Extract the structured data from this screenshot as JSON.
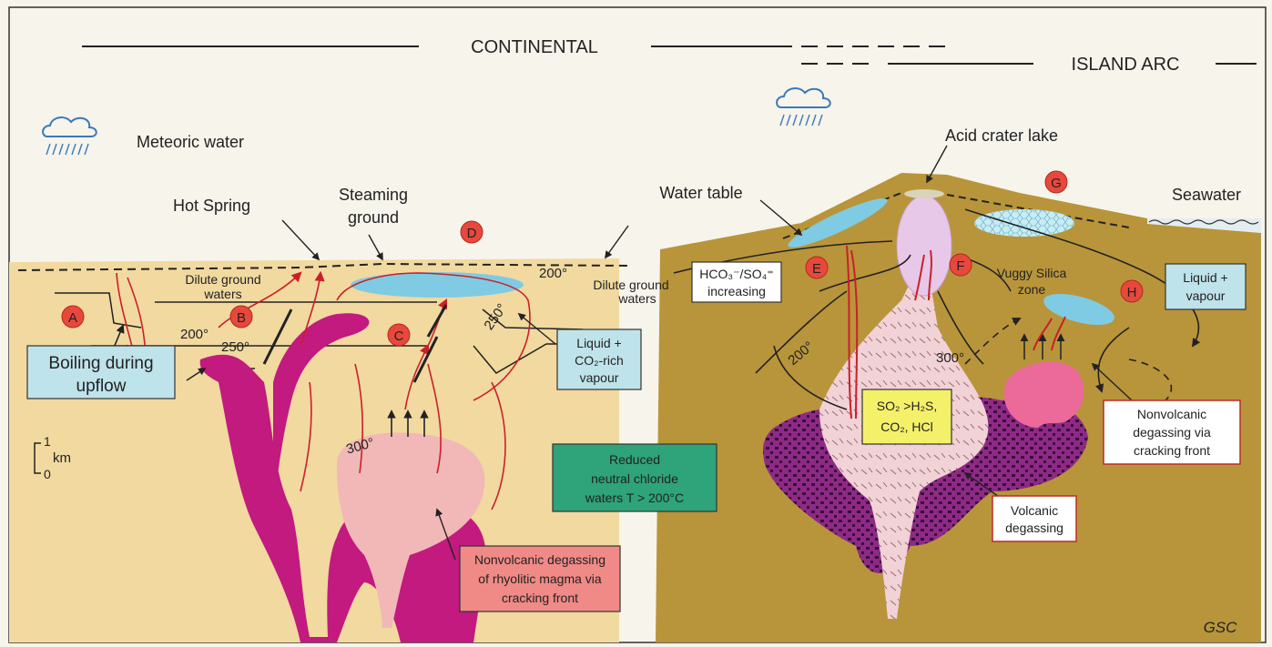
{
  "header": {
    "continental": "CONTINENTAL",
    "island_arc": "ISLAND ARC"
  },
  "labels": {
    "meteoric_water": "Meteoric water",
    "hot_spring": "Hot Spring",
    "steaming_ground_1": "Steaming",
    "steaming_ground_2": "ground",
    "water_table": "Water table",
    "acid_crater_lake": "Acid crater lake",
    "seawater": "Seawater",
    "dilute_gw_left_1": "Dilute ground",
    "dilute_gw_left_2": "waters",
    "dilute_gw_right_1": "Dilute ground",
    "dilute_gw_right_2": "waters",
    "vuggy_silica_1": "Vuggy Silica",
    "vuggy_silica_2": "zone",
    "scale_top": "1",
    "scale_unit": "km",
    "scale_bottom": "0",
    "credit": "GSC"
  },
  "temperatures": {
    "t200_left": "200°",
    "t250_left": "250°",
    "t200_mid": "200°",
    "t250_mid": "250°",
    "t300_left": "300°",
    "t200_right": "200°",
    "t300_right": "300°"
  },
  "markers": [
    "A",
    "B",
    "C",
    "D",
    "E",
    "F",
    "G",
    "H"
  ],
  "boxes": {
    "boiling_1": "Boiling during",
    "boiling_2": "upflow",
    "liquid_co2_1": "Liquid +",
    "liquid_co2_2": "CO₂-rich",
    "liquid_co2_3": "vapour",
    "reduced_1": "Reduced",
    "reduced_2": "neutral chloride",
    "reduced_3": "waters  T > 200°C",
    "nonvolcanic_rhyo_1": "Nonvolcanic degassing",
    "nonvolcanic_rhyo_2": "of rhyolitic magma via",
    "nonvolcanic_rhyo_3": "cracking front",
    "hco3_1": "HCO₃⁻/SO₄⁼",
    "hco3_2": "increasing",
    "liquid_vapour_1": "Liquid +",
    "liquid_vapour_2": "vapour",
    "so2_1": "SO₂ >H₂S,",
    "so2_2": "CO₂, HCl",
    "nonvolcanic_crack_1": "Nonvolcanic",
    "nonvolcanic_crack_2": "degassing via",
    "nonvolcanic_crack_3": "cracking front",
    "volcanic_degassing_1": "Volcanic",
    "volcanic_degassing_2": "degassing"
  },
  "colors": {
    "continental_ground": "#f1d9a0",
    "island_ground": "#b8953a",
    "magma_magenta": "#c21a7e",
    "magma_pink": "#f2b8b8",
    "box_blue": "#bfe3ea",
    "box_green": "#2fa37a",
    "box_pink": "#f08a86",
    "box_yellow": "#f4f06a",
    "box_white": "#ffffff",
    "marker_red": "#e8483c",
    "arrow_red": "#cc1f2a",
    "lens_blue": "#7fcbe3"
  }
}
